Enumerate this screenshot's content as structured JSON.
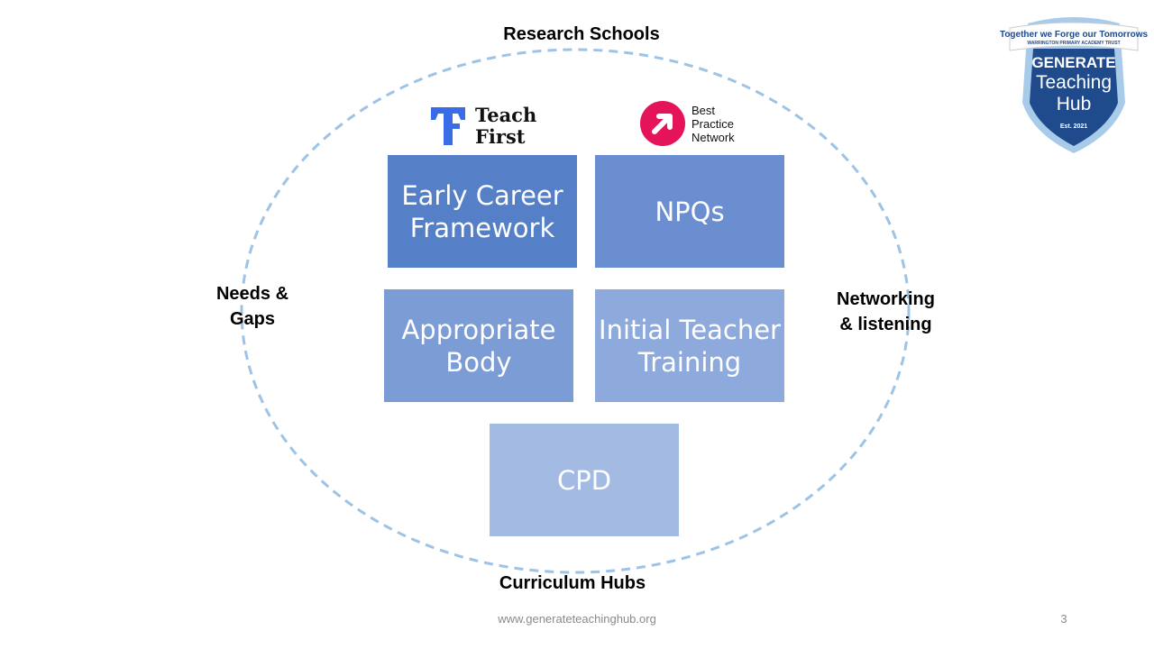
{
  "labels": {
    "top": "Research Schools",
    "bottom": "Curriculum Hubs",
    "left": [
      "Needs &",
      "Gaps"
    ],
    "right": [
      "Networking",
      "& listening"
    ]
  },
  "boxes": [
    {
      "lines": [
        "Early Career",
        "Framework"
      ],
      "color": "#5580C8"
    },
    {
      "lines": [
        "NPQs"
      ],
      "color": "#6A8ECF"
    },
    {
      "lines": [
        "Appropriate",
        "Body"
      ],
      "color": "#7B9CD5"
    },
    {
      "lines": [
        "Initial Teacher",
        "Training"
      ],
      "color": "#8EAADD"
    },
    {
      "lines": [
        "CPD"
      ],
      "color": "#A3BAE2"
    }
  ],
  "partners": {
    "teach_first": [
      "Teach",
      "First"
    ],
    "best_practice": [
      "Best",
      "Practice",
      "Network"
    ]
  },
  "logo": {
    "banner": "Together we Forge our Tomorrows",
    "trust": "WARRINGTON PRIMARY ACADEMY TRUST",
    "name1": "GENERATE",
    "name2": "Teaching",
    "name3": "Hub",
    "est": "Est. 2021"
  },
  "footer": {
    "url": "www.generateteachinghub.org",
    "page": "3"
  }
}
